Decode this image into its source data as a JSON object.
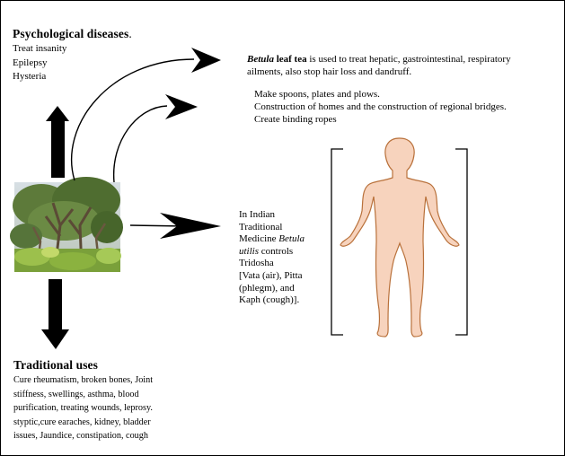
{
  "psychological": {
    "heading": "Psychological diseases",
    "heading_suffix": ".",
    "items": [
      "Treat insanity",
      "Epilepsy",
      "Hysteria"
    ]
  },
  "tea_note": {
    "genus": "Betula",
    "bold_part": " leaf tea",
    "rest_line1": " is used to treat hepatic, gastrointestinal, respiratory",
    "line2": "ailments, also stop hair loss and dandruff."
  },
  "wood_uses": [
    "Make spoons, plates and plows.",
    "Construction of homes and the construction of regional bridges.",
    "Create binding ropes"
  ],
  "tridosha": {
    "line1": "In Indian",
    "line2": "Traditional",
    "line3_prefix": "Medicine ",
    "line3_genus": "Betula",
    "line4_species": "utilis",
    "line4_suffix": " controls",
    "line5": "Tridosha",
    "line6": "[Vata (air), Pitta",
    "line7": "(phlegm), and",
    "line8": "Kaph (cough)]."
  },
  "traditional": {
    "heading": "Traditional uses",
    "lines": [
      "Cure rheumatism, broken bones, Joint",
      "stiffness, swellings, asthma, blood",
      "purification, treating wounds, leprosy.",
      "styptic,cure earaches, kidney, bladder",
      "issues, Jaundice, constipation, cough"
    ]
  },
  "colors": {
    "skin_fill": "#f7d3bd",
    "skin_outline": "#b9713b",
    "arrow": "#000000"
  },
  "icons": [
    "tree-photo",
    "human-body-figure",
    "up-arrow",
    "down-arrow",
    "right-arrow",
    "curved-arrow",
    "bracket"
  ]
}
